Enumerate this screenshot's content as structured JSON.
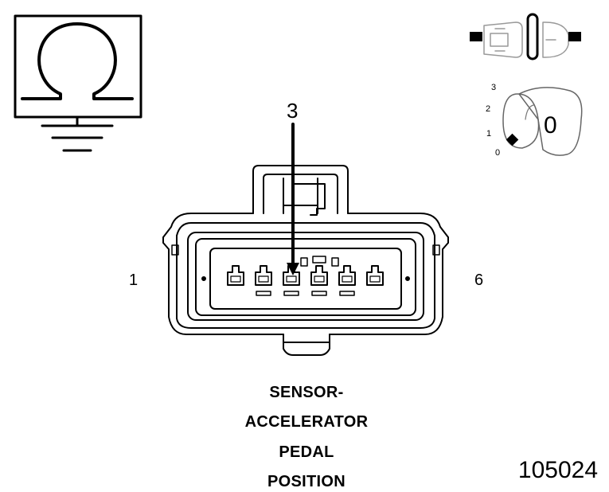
{
  "labels": {
    "pin_callout": "3",
    "pin_left": "1",
    "pin_right": "6"
  },
  "title_lines": [
    "SENSOR-",
    "ACCELERATOR",
    "PEDAL",
    "POSITION"
  ],
  "figure_number": "105024",
  "ignition": {
    "positions": [
      "3",
      "2",
      "1",
      "0"
    ],
    "current": "0"
  },
  "icons": {
    "resistance": "ohm-meter-icon",
    "ground": "ground-symbol-icon",
    "disconnected": "disconnected-connector-icon",
    "ignition": "ignition-key-icon"
  }
}
